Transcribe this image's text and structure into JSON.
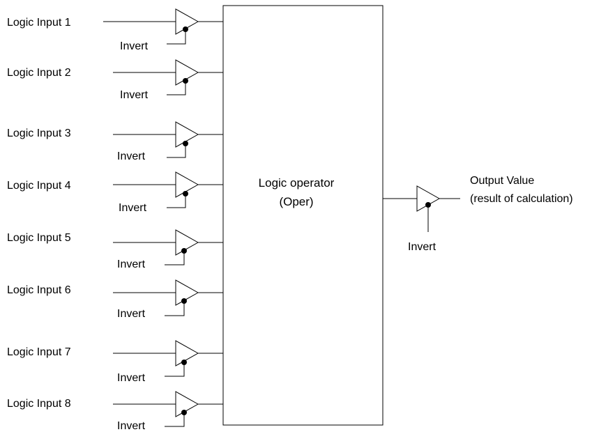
{
  "inputs": [
    {
      "label": "Logic Input 1",
      "invert_label": "Invert"
    },
    {
      "label": "Logic Input 2",
      "invert_label": "Invert"
    },
    {
      "label": "Logic Input 3",
      "invert_label": "Invert"
    },
    {
      "label": "Logic Input 4",
      "invert_label": "Invert"
    },
    {
      "label": "Logic Input 5",
      "invert_label": "Invert"
    },
    {
      "label": "Logic Input 6",
      "invert_label": "Invert"
    },
    {
      "label": "Logic Input 7",
      "invert_label": "Invert"
    },
    {
      "label": "Logic Input 8",
      "invert_label": "Invert"
    }
  ],
  "operator": {
    "line1": "Logic operator",
    "line2": "(Oper)"
  },
  "output": {
    "line1": "Output Value",
    "line2": "(result of calculation)",
    "invert_label": "Invert"
  }
}
